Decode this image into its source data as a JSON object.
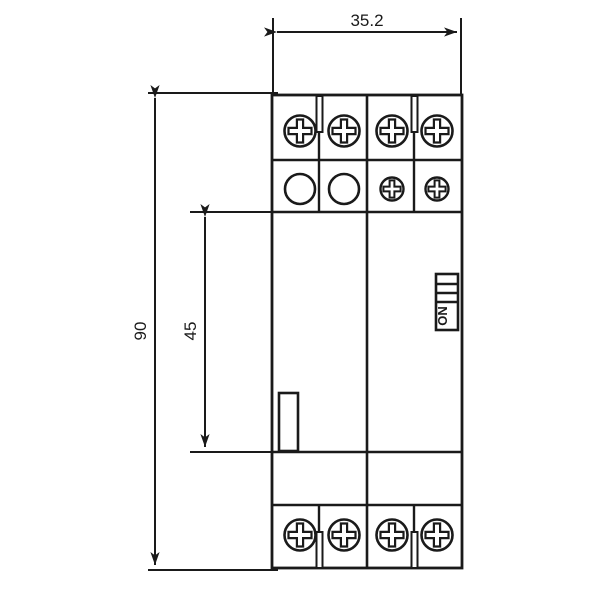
{
  "drawing": {
    "title": "Modular contactor dimensional drawing",
    "background_color": "#ffffff",
    "line_color": "#1a1a1a",
    "units": "mm"
  },
  "dimensions": {
    "width": {
      "label": "35.2",
      "orientation": "horizontal",
      "position": "top"
    },
    "overall_height": {
      "label": "90",
      "orientation": "vertical-rotated",
      "position": "far-left"
    },
    "inner_height": {
      "label": "45",
      "orientation": "vertical-rotated",
      "position": "left"
    }
  },
  "device": {
    "switch_indicator": {
      "label": "ON",
      "grille_bars": 3
    },
    "terminals": {
      "top_row_screws": 4,
      "second_row_circles": 2,
      "second_row_screws": 2,
      "bottom_row_screws": 4
    },
    "din_clip": {
      "name": "din-rail-clip"
    }
  }
}
